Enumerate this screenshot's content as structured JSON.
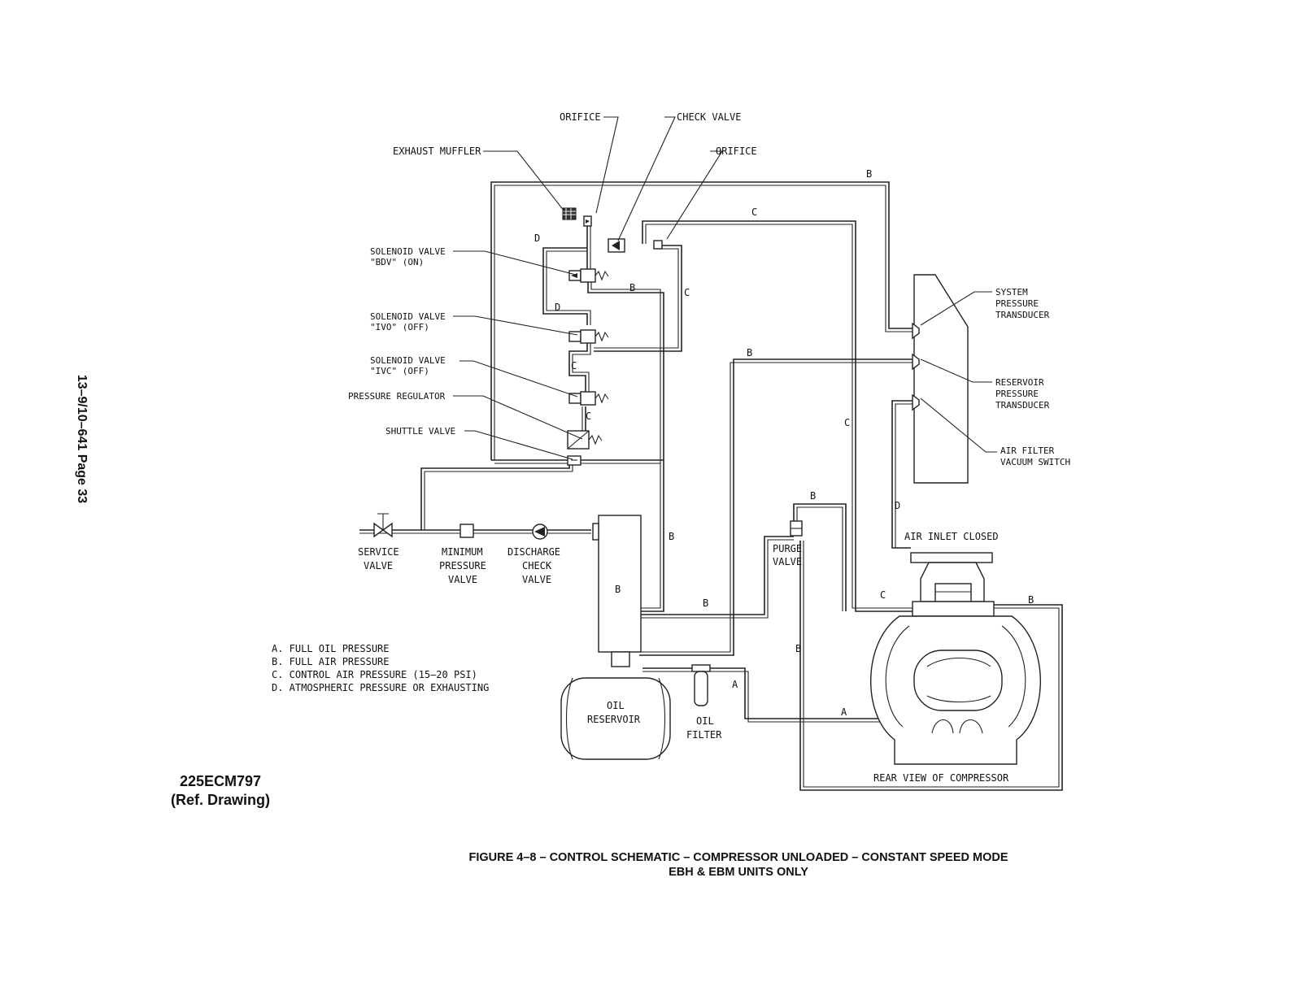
{
  "page_ref": "13–9/10–641  Page 33",
  "drawing_ref": {
    "number": "225ECM797",
    "note": "(Ref. Drawing)"
  },
  "caption": {
    "line1": "FIGURE 4–8  –  CONTROL SCHEMATIC – COMPRESSOR UNLOADED – CONSTANT SPEED MODE",
    "line2": "EBH & EBM UNITS ONLY"
  },
  "legend": [
    "A. FULL OIL PRESSURE",
    "B. FULL AIR PRESSURE",
    "C. CONTROL AIR PRESSURE (15–20 PSI)",
    "D. ATMOSPHERIC PRESSURE OR EXHAUSTING"
  ],
  "labels": {
    "orifice_top": "ORIFICE",
    "check_valve": "CHECK VALVE",
    "orifice_right": "ORIFICE",
    "exhaust_muffler": "EXHAUST MUFFLER",
    "solenoid_bdv_1": "SOLENOID VALVE",
    "solenoid_bdv_2": "\"BDV\" (ON)",
    "solenoid_ivo_1": "SOLENOID VALVE",
    "solenoid_ivo_2": "\"IVO\" (OFF)",
    "solenoid_ivc_1": "SOLENOID VALVE",
    "solenoid_ivc_2": "\"IVC\" (OFF)",
    "pressure_regulator": "PRESSURE REGULATOR",
    "shuttle_valve": "SHUTTLE VALVE",
    "service_valve_1": "SERVICE",
    "service_valve_2": "VALVE",
    "min_pressure_1": "MINIMUM",
    "min_pressure_2": "PRESSURE",
    "min_pressure_3": "VALVE",
    "discharge_check_1": "DISCHARGE",
    "discharge_check_2": "CHECK",
    "discharge_check_3": "VALVE",
    "purge_valve_1": "PURGE",
    "purge_valve_2": "VALVE",
    "oil_reservoir_1": "OIL",
    "oil_reservoir_2": "RESERVOIR",
    "oil_filter_1": "OIL",
    "oil_filter_2": "FILTER",
    "system_transducer_1": "SYSTEM",
    "system_transducer_2": "PRESSURE",
    "system_transducer_3": "TRANSDUCER",
    "reservoir_transducer_1": "RESERVOIR",
    "reservoir_transducer_2": "PRESSURE",
    "reservoir_transducer_3": "TRANSDUCER",
    "air_filter_switch_1": "AIR FILTER",
    "air_filter_switch_2": "VACUUM SWITCH",
    "air_inlet": "AIR INLET CLOSED",
    "rear_view": "REAR VIEW OF COMPRESSOR"
  },
  "line_letters": {
    "a": "A",
    "b": "B",
    "c": "C",
    "d": "D"
  }
}
